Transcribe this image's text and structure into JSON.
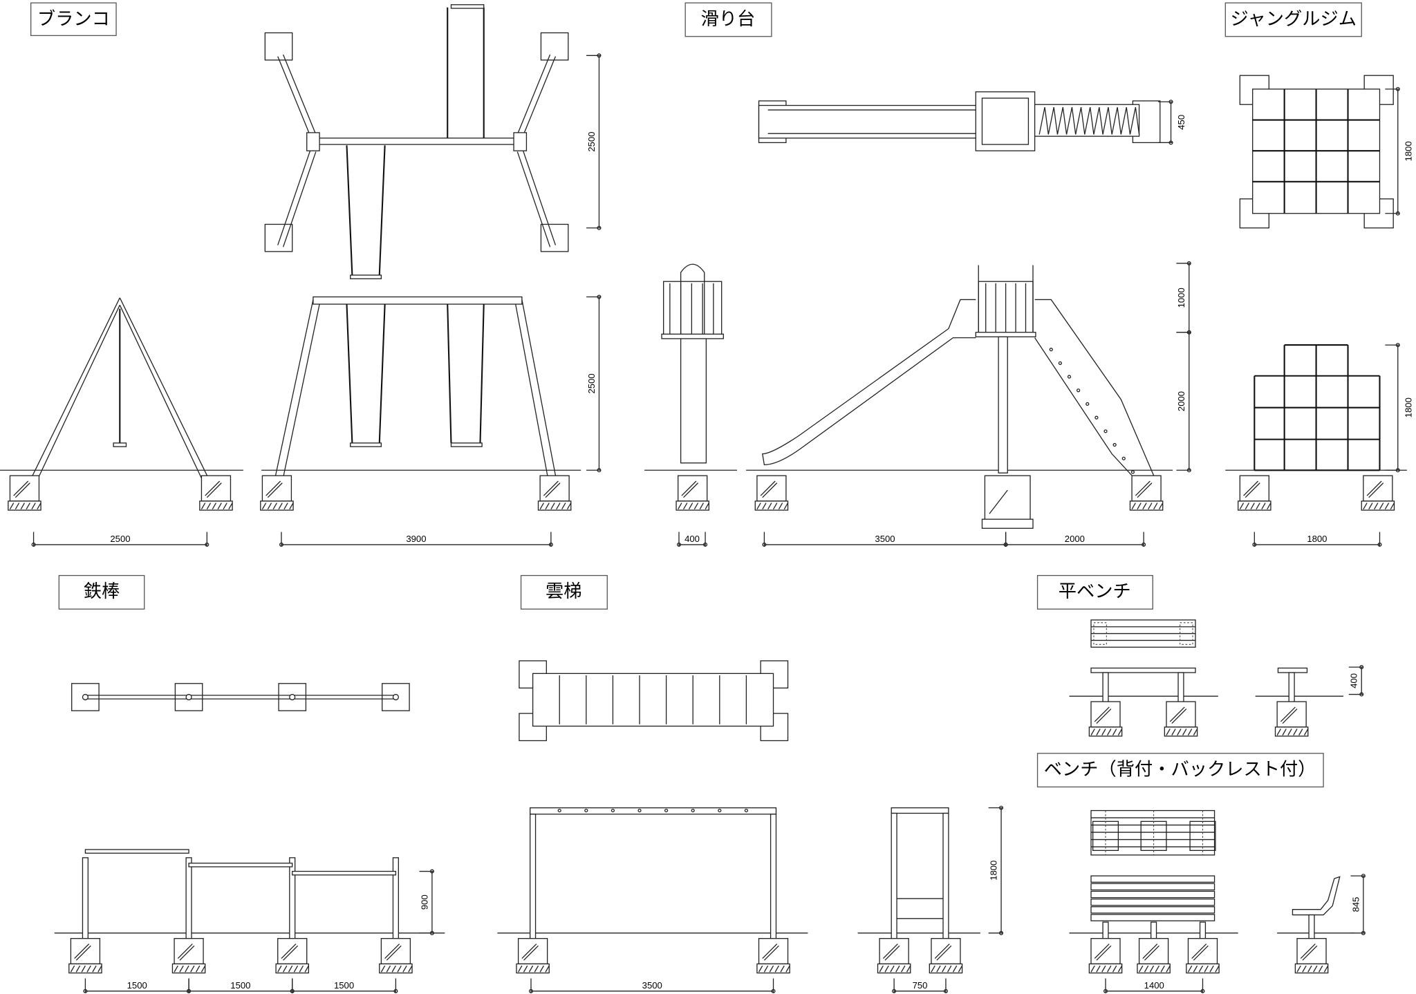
{
  "titles": {
    "swing": "ブランコ",
    "slide": "滑り台",
    "jungle_gym": "ジャングルジム",
    "horizontal_bar": "鉄棒",
    "monkey_bars": "雲梯",
    "flat_bench": "平ベンチ",
    "back_bench": "ベンチ（背付・バックレスト付）"
  },
  "dimensions": {
    "swing_plan_depth": "2500",
    "swing_height": "2500",
    "swing_a_width": "2500",
    "swing_width": "3900",
    "slide_plan_width": "450",
    "slide_tower_width": "400",
    "slide_platform_height": "1000",
    "slide_height": "2000",
    "slide_length": "3500",
    "slide_ladder_length": "2000",
    "jungle_plan_depth": "1800",
    "jungle_height": "1800",
    "jungle_width": "1800",
    "bar_height": "900",
    "bar_span_1": "1500",
    "bar_span_2": "1500",
    "bar_span_3": "1500",
    "monkey_width": "3500",
    "monkey_height": "1800",
    "monkey_depth": "750",
    "flat_bench_height": "400",
    "back_bench_height": "845",
    "back_bench_width": "1400"
  }
}
